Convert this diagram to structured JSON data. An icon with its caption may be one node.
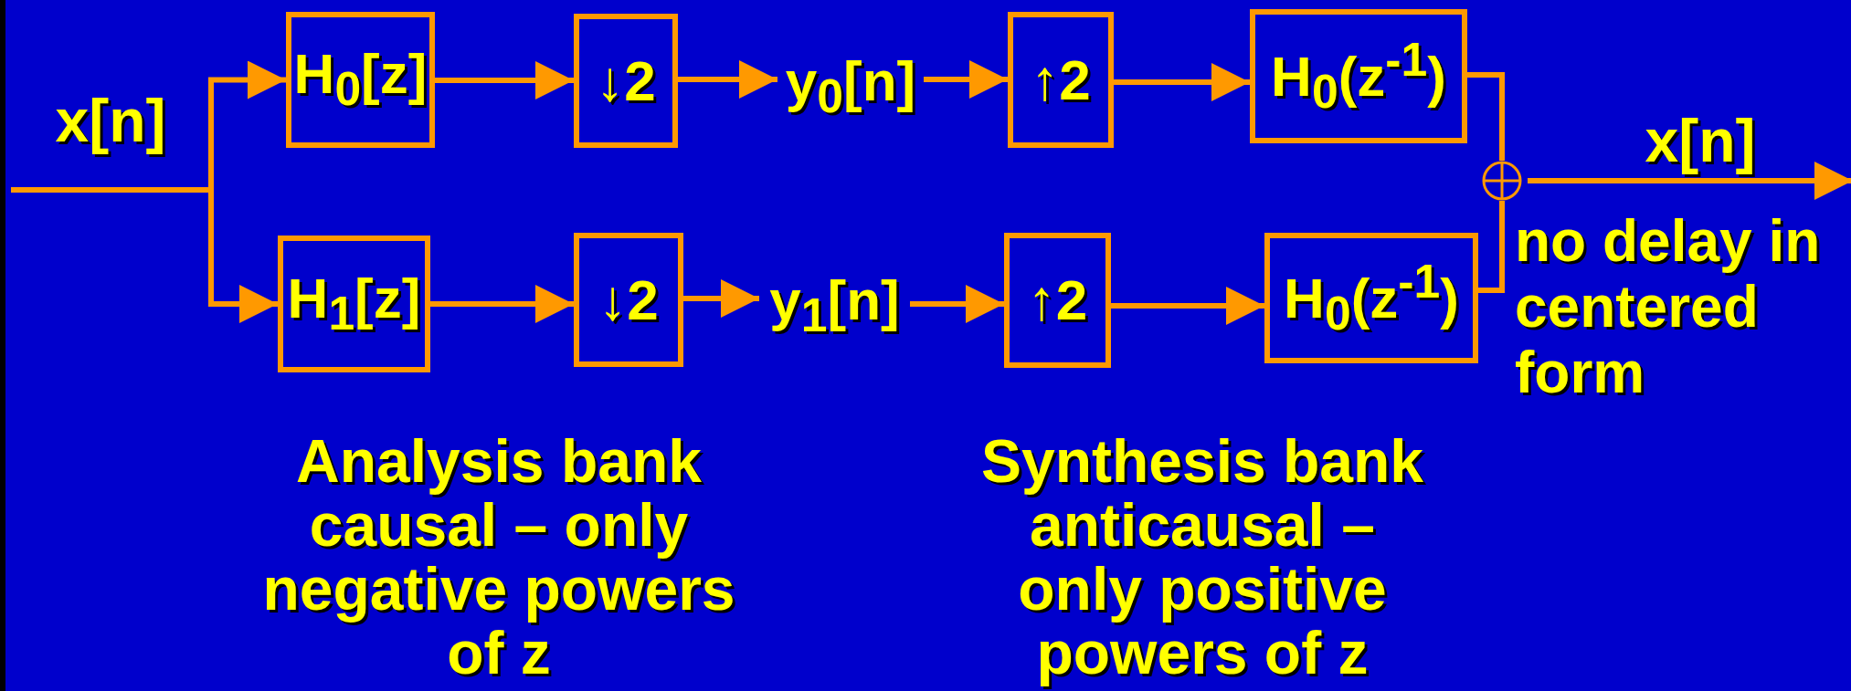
{
  "diagram": {
    "nodes": [
      {
        "text": [
          "H$_{0}$[z]"
        ]
      },
      {
        "text": [
          "↓2"
        ]
      },
      {
        "text": [
          "y$_{0}$[n]"
        ]
      },
      {
        "text": [
          "↑2"
        ]
      },
      {
        "text": [
          "H$_{0}$(z$^{-1}$)"
        ]
      },
      {
        "text": [
          "H$_{1}$[z]"
        ]
      },
      {
        "text": [
          "↓2"
        ]
      },
      {
        "text": [
          "y$_{1}$[n]"
        ]
      },
      {
        "text": [
          "↑2"
        ]
      },
      {
        "text": [
          "H$_{0}$(z$^{-1}$)"
        ]
      },
      {
        "text": [],
        "shape": "circle"
      }
    ],
    "edges": [
      {
        "from": null,
        "to": 0,
        "arrow": "to"
      },
      {
        "from": null,
        "to": 5,
        "arrow": "to"
      },
      {
        "from": 0,
        "to": 1,
        "arrow": "to"
      },
      {
        "from": 1,
        "to": 2,
        "arrow": "to"
      },
      {
        "from": 2,
        "to": 3,
        "arrow": "to"
      },
      {
        "from": 3,
        "to": 4,
        "arrow": "to"
      },
      {
        "from": 4,
        "to": 10,
        "arrow": "none"
      },
      {
        "from": 5,
        "to": 6,
        "arrow": "to"
      },
      {
        "from": 6,
        "to": 7,
        "arrow": "to"
      },
      {
        "from": 7,
        "to": 8,
        "arrow": "to"
      },
      {
        "from": 8,
        "to": 9,
        "arrow": "to"
      },
      {
        "from": 9,
        "to": 10,
        "arrow": "none"
      },
      {
        "from": 10,
        "to": null,
        "arrow": "to"
      }
    ],
    "labels": [
      "x[n]",
      "x[n]",
      "no delay in centered form",
      "Analysis bank causal – only negative powers of z",
      "Synthesis bank anticausal – only positive powers of z"
    ]
  }
}
